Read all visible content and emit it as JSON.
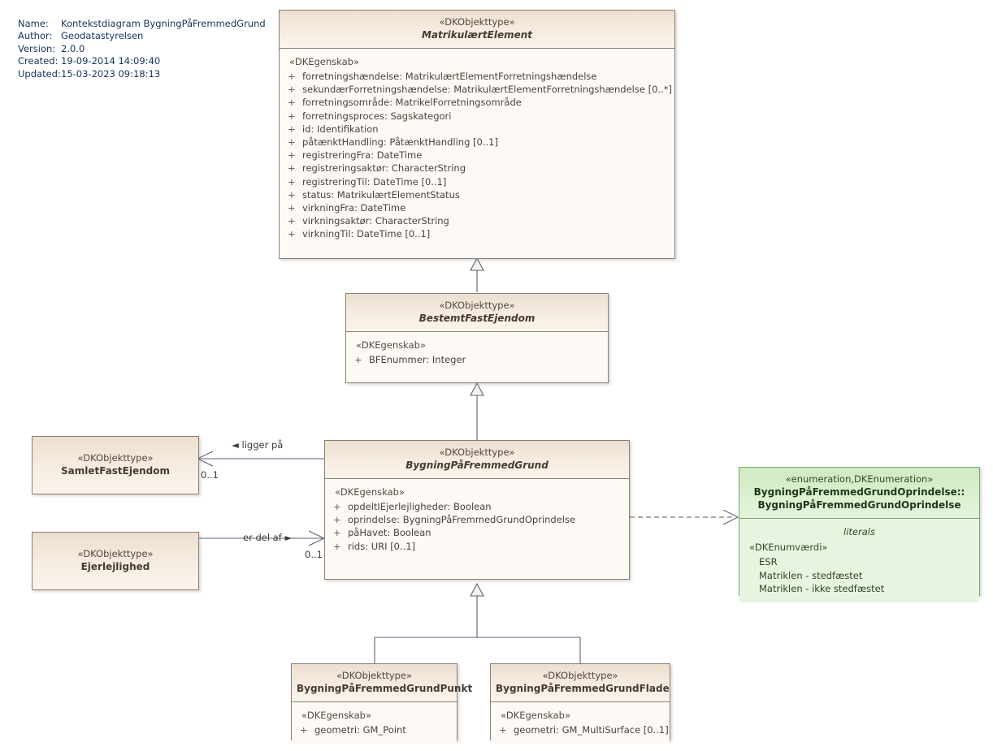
{
  "diagram": {
    "meta": [
      {
        "key": "Name:",
        "value": "Kontekstdiagram BygningPåFremmedGrund"
      },
      {
        "key": "Author:",
        "value": "Geodatastyrelsen"
      },
      {
        "key": "Version:",
        "value": "2.0.0"
      },
      {
        "key": "Created:",
        "value": "19-09-2014 14:09:40"
      },
      {
        "key": "Updated:",
        "value": "15-03-2023 09:18:13"
      }
    ]
  },
  "colors": {
    "class_fill": "#fdfaf6",
    "class_header": "#eddfd0",
    "class_border": "#8a7f77",
    "enum_fill": "#e7f5e0",
    "enum_header": "#cfeac2",
    "enum_border": "#7ba372",
    "connector": "#5a6378",
    "meta_text": "#16335c"
  },
  "classes": {
    "matrikulaert_element": {
      "stereotype": "«DKObjekttype»",
      "name": "MatrikulærtElement",
      "group": "«DKEgenskab»",
      "attributes": [
        {
          "vis": "+",
          "text": "forretningshændelse: MatrikulærtElementForretningshændelse"
        },
        {
          "vis": "+",
          "text": "sekundærForretningshændelse: MatrikulærtElementForretningshændelse [0..*]"
        },
        {
          "vis": "+",
          "text": "forretningsområde: MatrikelForretningsområde"
        },
        {
          "vis": "+",
          "text": "forretningsproces: Sagskategori"
        },
        {
          "vis": "+",
          "text": "id: Identifikation"
        },
        {
          "vis": "+",
          "text": "påtænktHandling: PåtænktHandling [0..1]"
        },
        {
          "vis": "+",
          "text": "registreringFra: DateTime"
        },
        {
          "vis": "+",
          "text": "registreringsaktør: CharacterString"
        },
        {
          "vis": "+",
          "text": "registreringTil: DateTime [0..1]"
        },
        {
          "vis": "+",
          "text": "status: MatrikulærtElementStatus"
        },
        {
          "vis": "+",
          "text": "virkningFra: DateTime"
        },
        {
          "vis": "+",
          "text": "virkningsaktør: CharacterString"
        },
        {
          "vis": "+",
          "text": "virkningTil: DateTime [0..1]"
        }
      ]
    },
    "bestemt_fast_ejendom": {
      "stereotype": "«DKObjekttype»",
      "name": "BestemtFastEjendom",
      "group": "«DKEgenskab»",
      "attributes": [
        {
          "vis": "+",
          "text": "BFEnummer: Integer"
        }
      ]
    },
    "bygning_paa_fremmed_grund": {
      "stereotype": "«DKObjekttype»",
      "name": "BygningPåFremmedGrund",
      "group": "«DKEgenskab»",
      "attributes": [
        {
          "vis": "+",
          "text": "opdeltIEjerlejligheder: Boolean"
        },
        {
          "vis": "+",
          "text": "oprindelse: BygningPåFremmedGrundOprindelse"
        },
        {
          "vis": "+",
          "text": "påHavet: Boolean"
        },
        {
          "vis": "+",
          "text": "rids: URI [0..1]"
        }
      ]
    },
    "samlet_fast_ejendom": {
      "stereotype": "«DKObjekttype»",
      "name": "SamletFastEjendom"
    },
    "ejerlejlighed": {
      "stereotype": "«DKObjekttype»",
      "name": "Ejerlejlighed"
    },
    "bpfg_punkt": {
      "stereotype": "«DKObjekttype»",
      "name": "BygningPåFremmedGrundPunkt",
      "group": "«DKEgenskab»",
      "attributes": [
        {
          "vis": "+",
          "text": "geometri: GM_Point"
        }
      ]
    },
    "bpfg_flade": {
      "stereotype": "«DKObjekttype»",
      "name": "BygningPåFremmedGrundFlade",
      "group": "«DKEgenskab»",
      "attributes": [
        {
          "vis": "+",
          "text": "geometri: GM_MultiSurface [0..1]"
        }
      ]
    },
    "oprindelse_enum": {
      "stereotype": "«enumeration,DKEnumeration»",
      "name_line1": "BygningPåFremmedGrundOprindelse::",
      "name_line2": "BygningPåFremmedGrundOprindelse",
      "literals_caption": "literals",
      "group": "«DKEnumværdi»",
      "literals": [
        "ESR",
        "Matriklen - stedfæstet",
        "Matriklen - ikke stedfæstet"
      ]
    }
  },
  "connectors": {
    "ligger_paa": {
      "label": "ligger på",
      "multiplicity": "0..1",
      "arrow": "◄"
    },
    "er_del_af": {
      "label": "er del af",
      "multiplicity": "0..1",
      "arrow": "►"
    }
  }
}
